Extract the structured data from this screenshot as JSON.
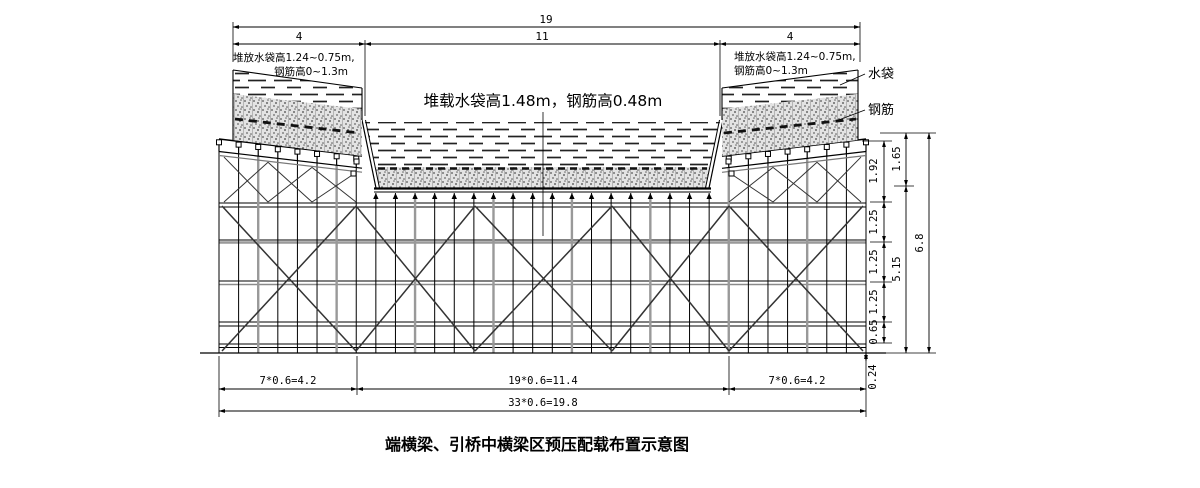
{
  "title": "端横梁、引桥中横梁区预压配载布置示意图",
  "notes": {
    "center": "堆载水袋高1.48m，钢筋高0.48m",
    "left_line1": "堆放水袋高1.24~0.75m,",
    "left_line2": "钢筋高0~1.3m",
    "right_line1": "堆放水袋高1.24~0.75m,",
    "right_line2": "钢筋高0~1.3m"
  },
  "legend": {
    "water_bag": "水袋",
    "rebar": "钢筋"
  },
  "dims": {
    "top_total": "19",
    "top_segments": [
      "4",
      "11",
      "4"
    ],
    "right_chain_a": [
      "1.92",
      "1.25",
      "1.25",
      "1.25",
      "0.65"
    ],
    "right_chain_b": [
      "1.65",
      "5.15"
    ],
    "right_total": "6.8",
    "below_ground": "0.24",
    "bottom_segments": [
      "7*0.6=4.2",
      "19*0.6=11.4",
      "7*0.6=4.2"
    ],
    "bottom_total": "33*0.6=19.8"
  },
  "colors": {
    "line": "#000000",
    "gray": "#999999"
  }
}
